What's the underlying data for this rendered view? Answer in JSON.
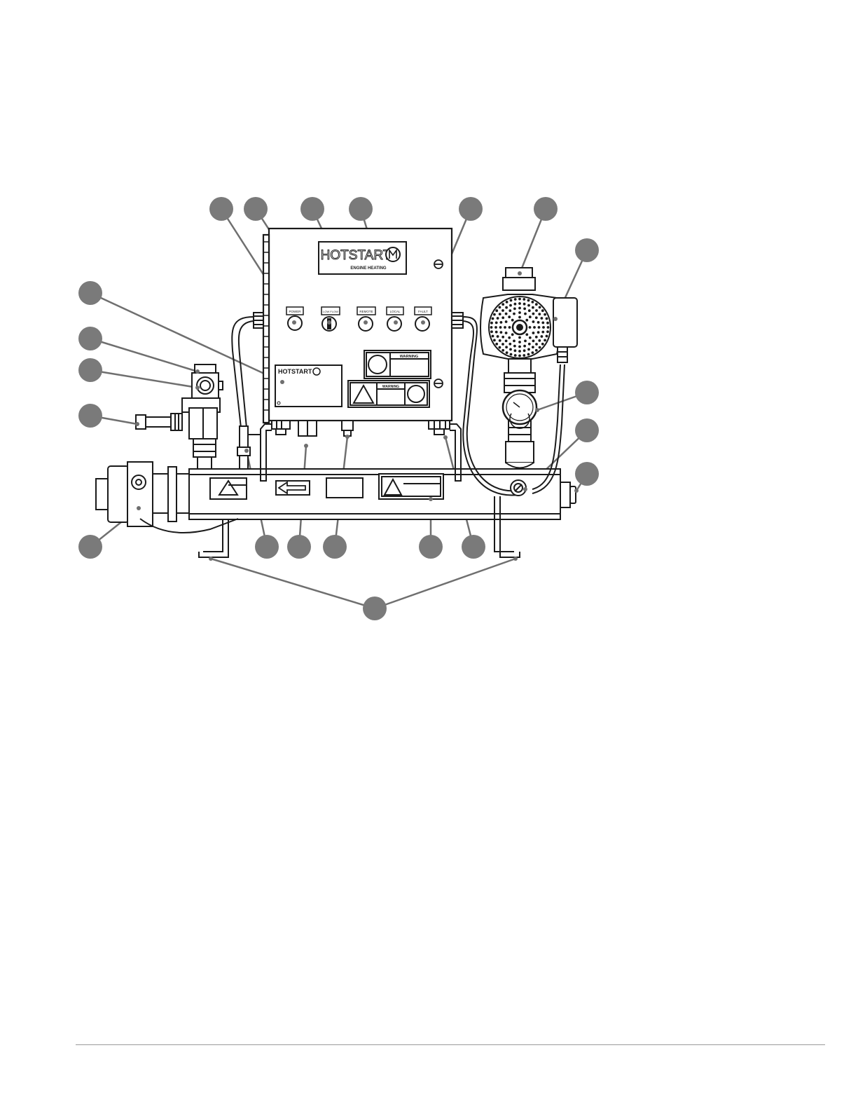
{
  "brand": {
    "logo_text": "HOTSTART",
    "logo_tagline": "ENGINE HEATING",
    "plate_text": "HOTSTART"
  },
  "labels": {
    "power": "POWER",
    "low_flow": "LOW FLOW",
    "remote": "REMOTE",
    "local": "LOCAL",
    "fault": "FAULT",
    "warning_1": "WARNING",
    "warning_2": "WARNING"
  },
  "icons": {
    "callout": "callout-marker-icon",
    "warning": "warning-triangle-icon",
    "flow_arrow": "flow-direction-arrow-icon"
  },
  "colors": {
    "line": "#1a1a1a",
    "callout": "#7a7a7a",
    "leader": "#6f6f6f",
    "footer_rule": "#9a9a9a"
  }
}
